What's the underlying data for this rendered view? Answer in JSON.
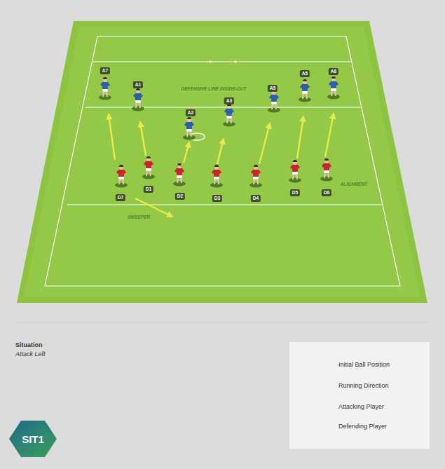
{
  "diagram": {
    "nodes": [
      {
        "text": [
          "SIT1"
        ]
      }
    ],
    "labels": [
      "A7",
      "A1",
      "A2",
      "A3",
      "A5",
      "A5",
      "A6",
      "D7",
      "D1",
      "D2",
      "D3",
      "D4",
      "D5",
      "D6",
      "DEFENSIVE LINE INSIDE-OUT",
      "ALIGNMENT",
      "SWEEPER",
      "Situation",
      "Attack Left"
    ],
    "legend": [
      {
        "text": "Initial Ball Position"
      },
      {
        "text": "Running Direction"
      },
      {
        "text": "Attacking Player"
      },
      {
        "text": "Defending Player"
      }
    ]
  }
}
